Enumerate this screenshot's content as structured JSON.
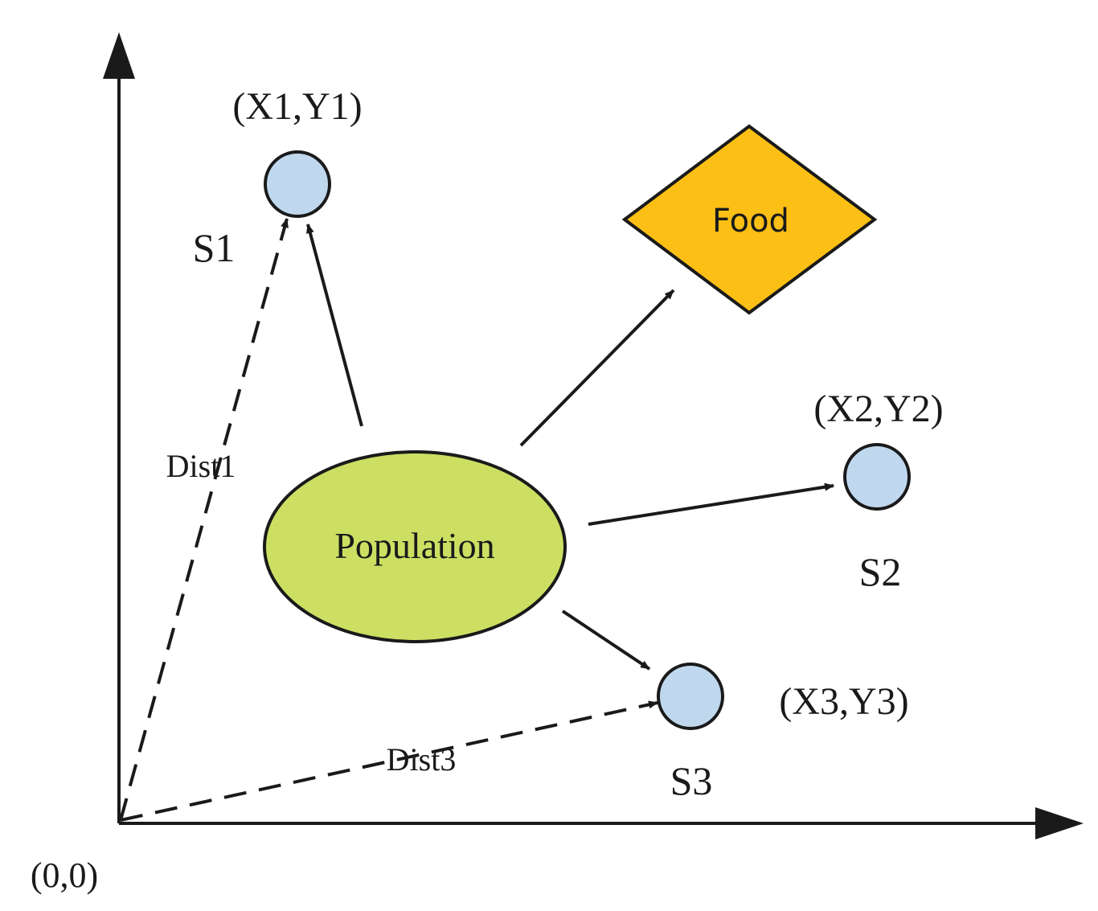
{
  "diagram": {
    "origin_label": "(0,0)",
    "population": {
      "label": "Population",
      "fill": "#cddf63"
    },
    "food": {
      "label": "Food",
      "fill": "#fbbf15"
    },
    "agents": [
      {
        "name": "S1",
        "coords": "(X1,Y1)"
      },
      {
        "name": "S2",
        "coords": "(X2,Y2)"
      },
      {
        "name": "S3",
        "coords": "(X3,Y3)"
      }
    ],
    "agent_fill": "#c0d8ee",
    "distances": [
      {
        "label": "Dist1"
      },
      {
        "label": "Dist3"
      }
    ]
  }
}
